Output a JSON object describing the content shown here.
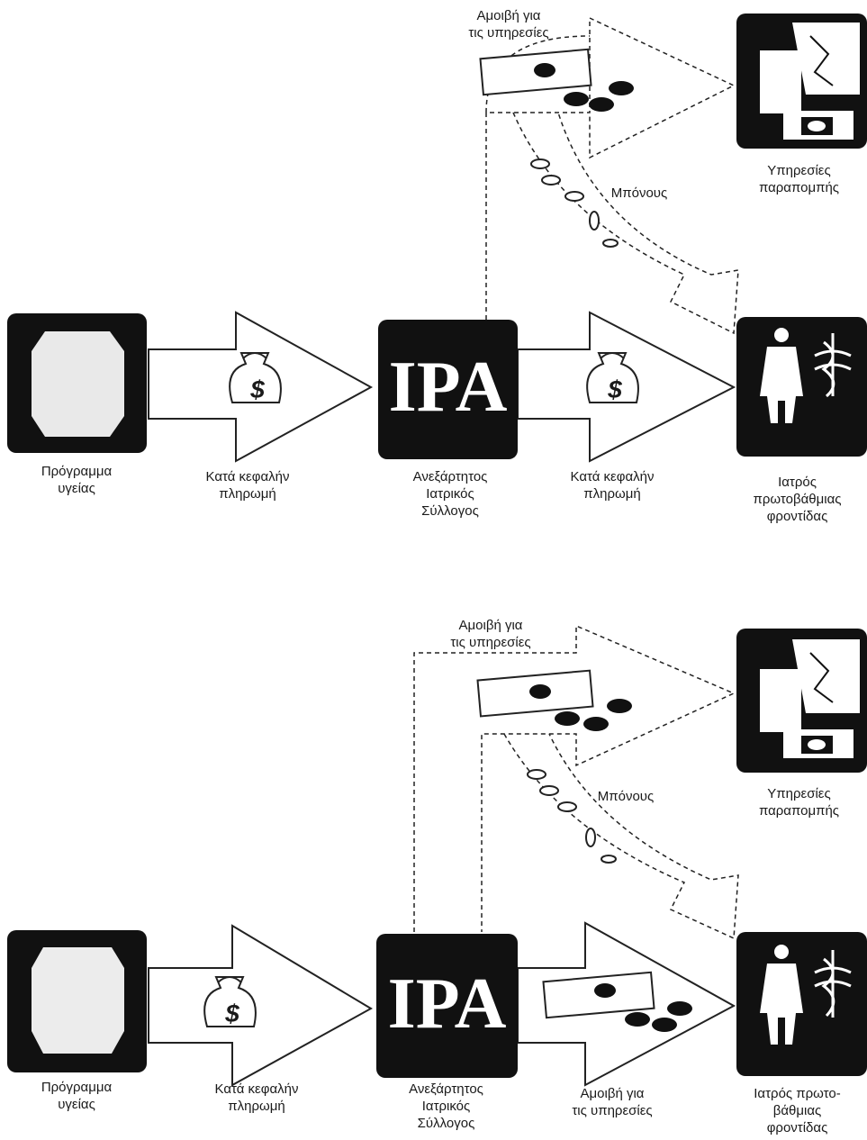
{
  "panels": [
    {
      "health_plan": "Πρόγραμμα\nυγείας",
      "capitation_1": "Κατά κεφαλήν\nπληρωμή",
      "ipa_label": "Ανεξάρτητος\nΙατρικός\nΣύλλογος",
      "payment_2": "Κατά κεφαλήν\nπληρωμή",
      "primary_doctor": "Ιατρός\nπρωτοβάθμιας\nφροντίδας",
      "fee_for_service": "Αμοιβή για\nτις υπηρεσίες",
      "bonus": "Μπόνους",
      "referral_services": "Υπηρεσίες\nπαραπομπής",
      "ipa_logo": "IPA",
      "dollar": "$"
    },
    {
      "health_plan": "Πρόγραμμα\nυγείας",
      "capitation_1": "Κατά κεφαλήν\nπληρωμή",
      "ipa_label": "Ανεξάρτητος\nΙατρικός\nΣύλλογος",
      "payment_2": "Αμοιβή για\nτις υπηρεσίες",
      "primary_doctor": "Ιατρός πρωτο-\nβάθμιας\nφροντίδας",
      "fee_for_service": "Αμοιβή για\nτις υπηρεσίες",
      "bonus": "Μπόνους",
      "referral_services": "Υπηρεσίες\nπαραπομπής",
      "ipa_logo": "IPA",
      "dollar": "$"
    }
  ]
}
